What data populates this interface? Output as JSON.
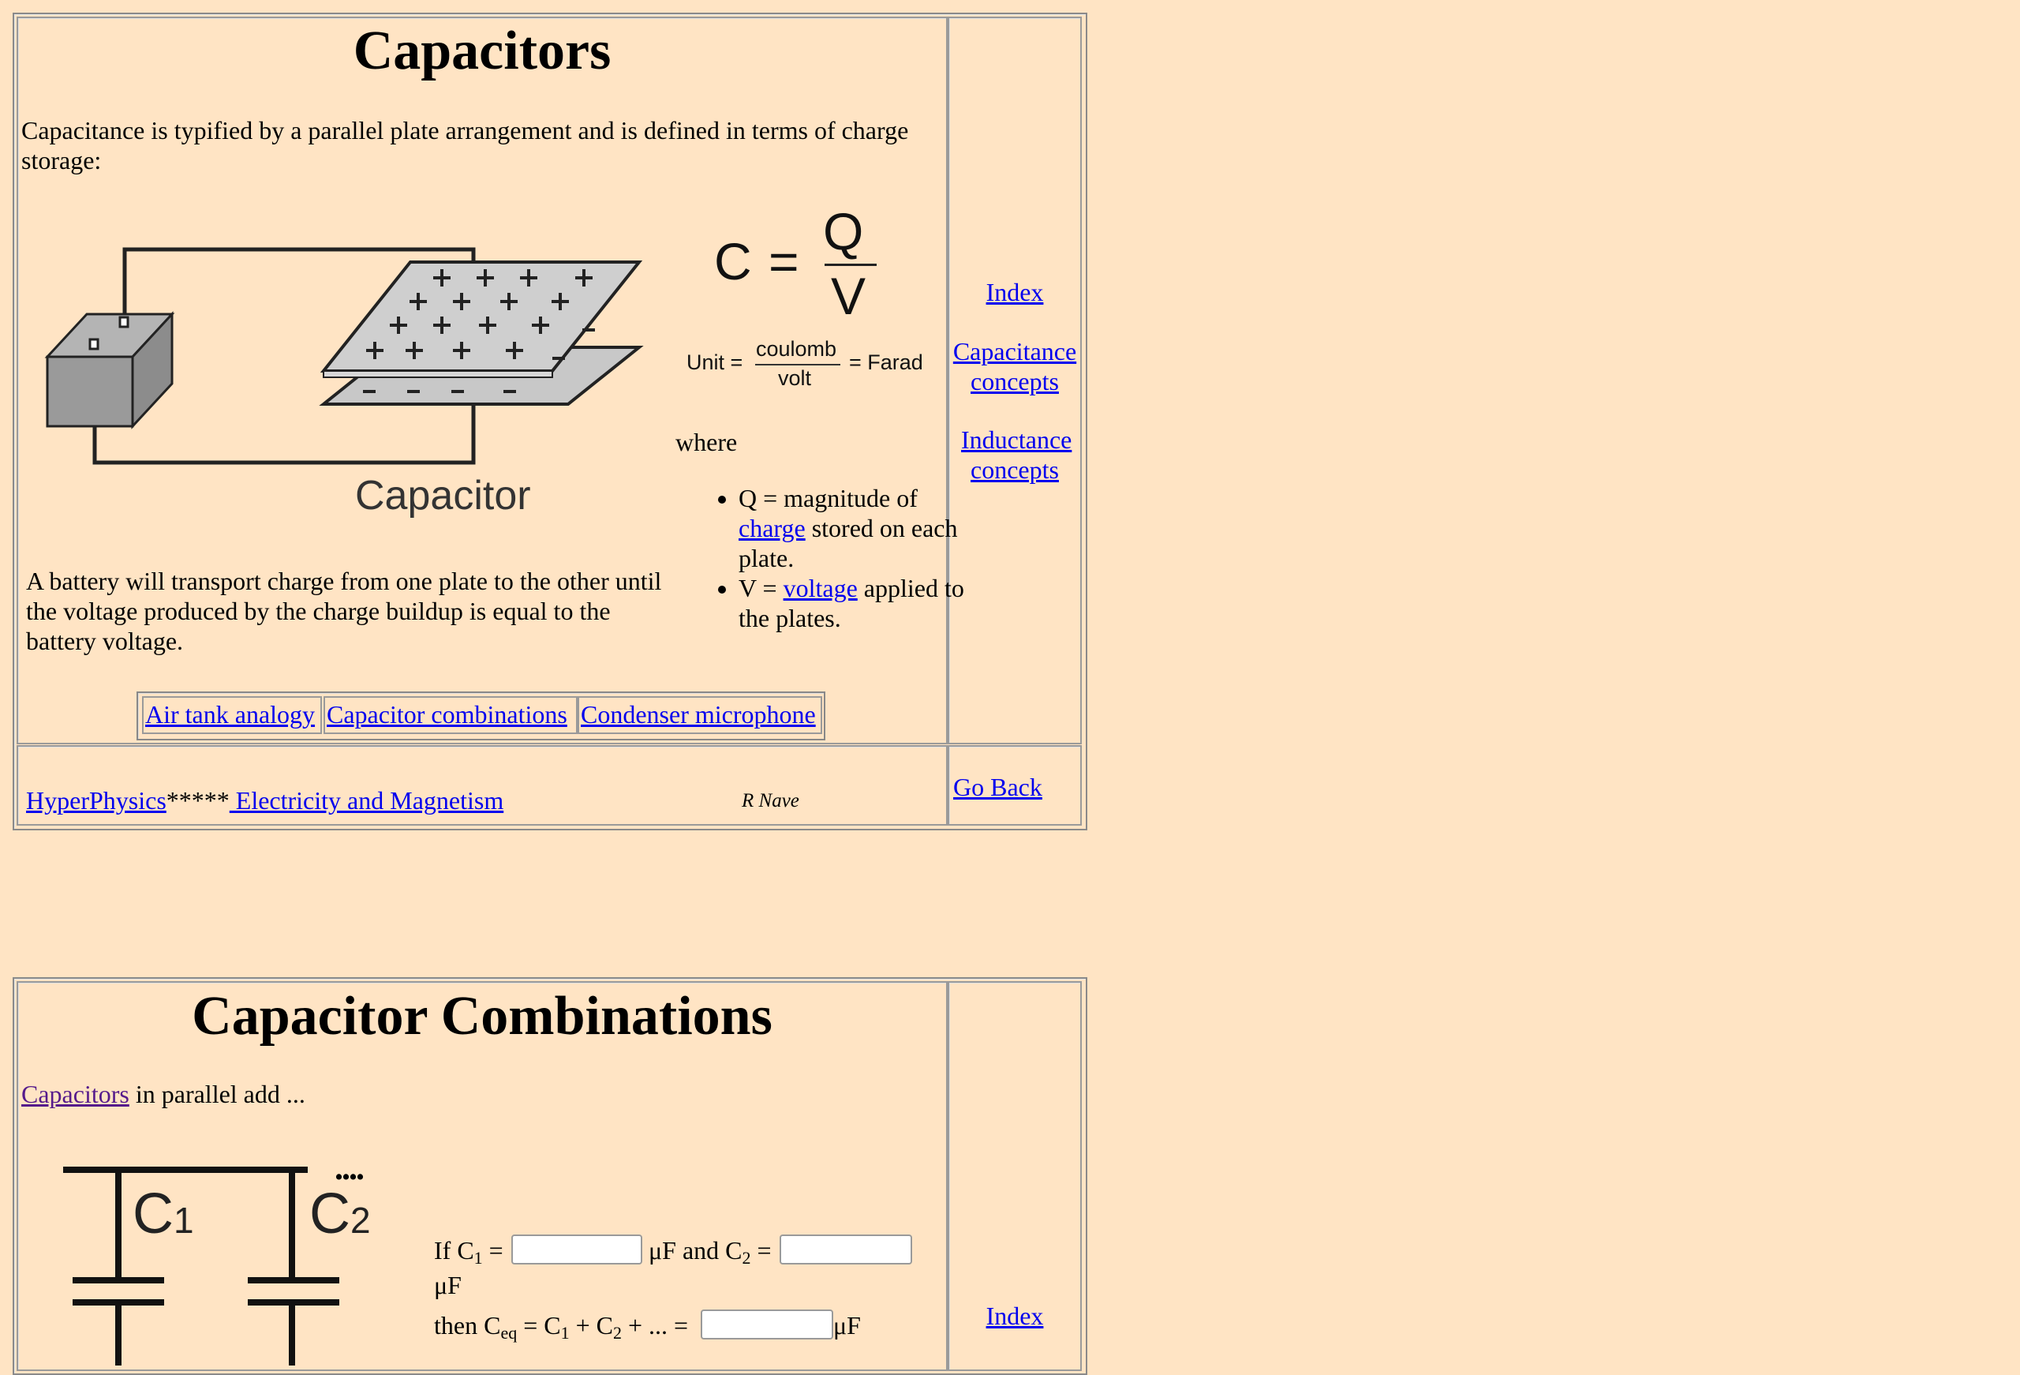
{
  "section1": {
    "title": "Capacitors",
    "intro": "Capacitance is typified by a parallel plate arrangement and is defined in terms of charge storage:",
    "diagram_label": "Capacitor",
    "formula": {
      "c": "C",
      "eq": "=",
      "numerator": "Q",
      "denominator": "V",
      "unit_prefix": "Unit =",
      "unit_num": "coulomb",
      "unit_den": "volt",
      "unit_suffix": "= Farad"
    },
    "where": "where",
    "bullets": [
      {
        "prefix": "Q = magnitude of ",
        "link": "charge",
        "suffix": " stored on each plate."
      },
      {
        "prefix": "V = ",
        "link": "voltage",
        "suffix": " applied to the plates."
      }
    ],
    "battery_text": "A battery will transport charge from one plate to the other until the voltage produced by the charge buildup is equal to the battery voltage.",
    "bottom_links": [
      "Air tank analogy",
      "Capacitor combinations",
      "Condenser microphone"
    ],
    "side_links": {
      "index": "Index",
      "capacitance": "Capacitance concepts",
      "inductance": "Inductance concepts"
    }
  },
  "footer": {
    "hyperphysics": "HyperPhysics",
    "stars": "*****",
    "em": " Electricity and Magnetism",
    "author": "R Nave",
    "go_back": "Go Back"
  },
  "section2": {
    "title": "Capacitor Combinations",
    "intro_link": "Capacitors",
    "intro_rest": " in parallel add ...",
    "label_c1": "C",
    "label_c1_sub": "1",
    "label_c2": "C",
    "label_c2_sub": "2",
    "dots": "....",
    "if_c1": "If C",
    "sub1": "1",
    "eq": " = ",
    "uf_and": "μF and C",
    "sub2": "2",
    "uf": "μF",
    "then": "then C",
    "sub_eq": "eq",
    "sum": " = C",
    "plus": " + C",
    "ellipsis": " + ... = ",
    "uf2": "μF",
    "side_index": "Index"
  }
}
